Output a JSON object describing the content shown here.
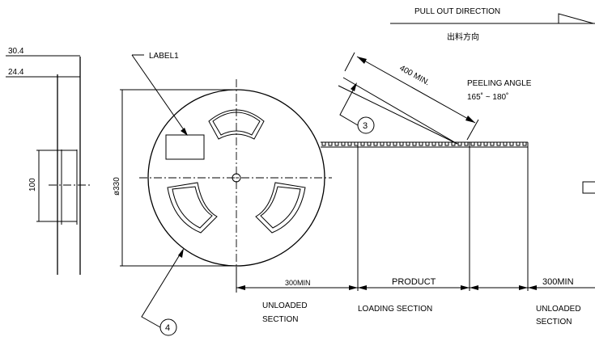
{
  "header": {
    "pull_out_direction": "PULL OUT DIRECTION",
    "chinese_label": "出料方向"
  },
  "side_view": {
    "dim_outer": "30.4",
    "dim_inner": "24.4",
    "dim_hub": "100"
  },
  "reel": {
    "diameter_label": "ø330",
    "label_callout": "LABEL1"
  },
  "peeling": {
    "length_label": "400 MIN.",
    "angle_title": "PEELING ANGLE",
    "angle_range": "165˚ ~ 180˚"
  },
  "callouts": {
    "c3": "3",
    "c4": "4"
  },
  "tape_sections": {
    "left_length": "300MIN",
    "product": "PRODUCT",
    "right_length": "300MIN",
    "unloaded_left_1": "UNLOADED",
    "unloaded_left_2": "SECTION",
    "loading": "LOADING SECTION",
    "unloaded_right_1": "UNLOADED",
    "unloaded_right_2": "SECTION"
  }
}
